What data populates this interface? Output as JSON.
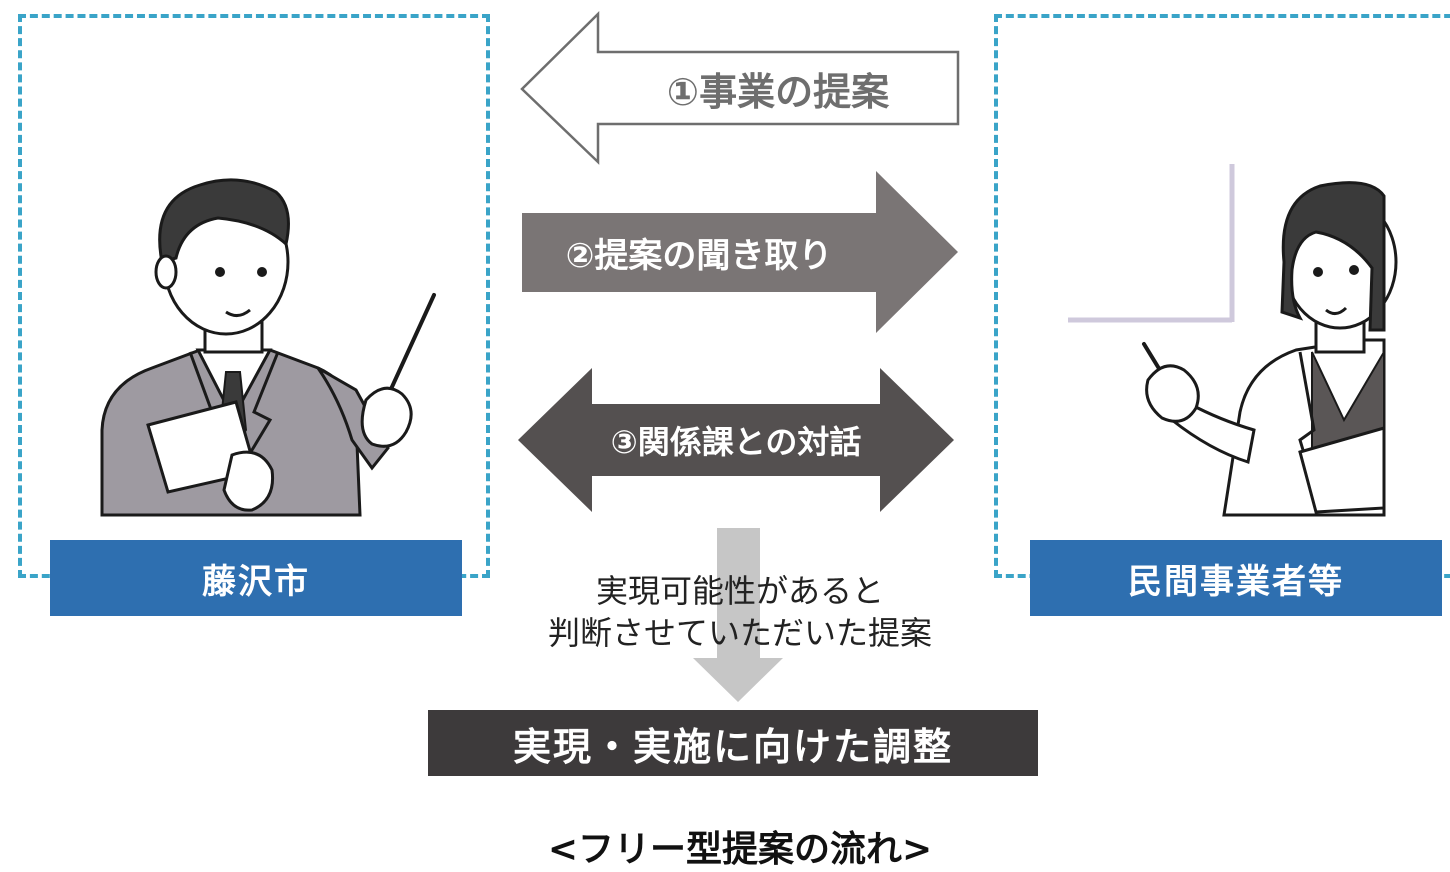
{
  "left_party": {
    "label": "藤沢市"
  },
  "right_party": {
    "label": "民間事業者等"
  },
  "steps": [
    {
      "label": "①事業の提案",
      "direction": "left",
      "style": "outline"
    },
    {
      "label": "②提案の聞き取り",
      "direction": "right",
      "style": "gray"
    },
    {
      "label": "③関係課との対話",
      "direction": "both",
      "style": "dark"
    }
  ],
  "feasibility_note": [
    "実現可能性があると",
    "判断させていただいた提案"
  ],
  "result": {
    "label": "実現・実施に向けた調整"
  },
  "caption": "<フリー型提案の流れ>",
  "colors": {
    "frame": "#3aa4c8",
    "label_fill": "#2e6fb0",
    "arrow_outline": "#6e6e6e",
    "arrow_gray": "#7a7575",
    "arrow_dark": "#545050",
    "down_arrow": "#c6c6c6",
    "result_fill": "#3d3a3b",
    "suit": "#9e9aa1"
  },
  "icons": {
    "left_person": "man-with-pointer-icon",
    "right_person": "woman-with-pointer-icon"
  }
}
